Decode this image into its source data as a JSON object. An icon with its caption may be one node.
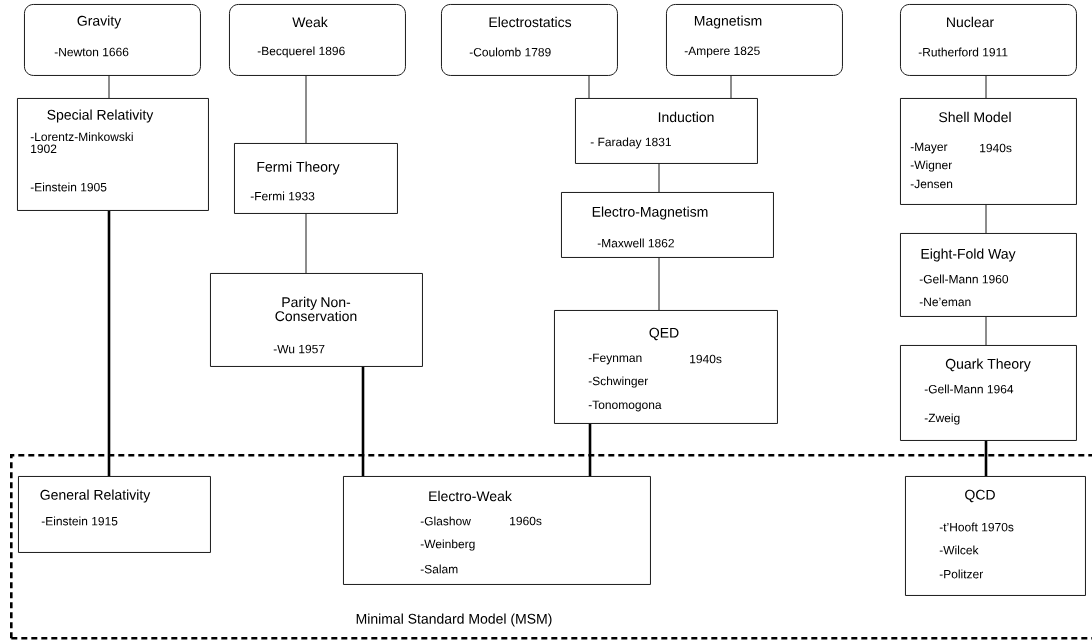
{
  "diagram": {
    "nodes": [
      {
        "text": [
          "Gravity",
          "-Newton 1666"
        ]
      },
      {
        "text": [
          "Weak",
          "-Becquerel 1896"
        ]
      },
      {
        "text": [
          "Electrostatics",
          "-Coulomb 1789"
        ]
      },
      {
        "text": [
          "Magnetism",
          "-Ampere 1825"
        ]
      },
      {
        "text": [
          "Nuclear",
          "-Rutherford 1911"
        ]
      },
      {
        "text": [
          "Special Relativity",
          "-Lorentz-Minkowski 1902",
          "-Einstein 1905"
        ]
      },
      {
        "text": [
          "Fermi Theory",
          "-Fermi 1933"
        ]
      },
      {
        "text": [
          "Induction",
          "- Faraday 1831"
        ]
      },
      {
        "text": [
          "Shell Model",
          "-Mayer",
          "1940s",
          "-Wigner",
          "-Jensen"
        ]
      },
      {
        "text": [
          "Electro-Magnetism",
          "-Maxwell 1862"
        ]
      },
      {
        "text": [
          "Eight-Fold Way",
          "-Gell-Mann 1960",
          "-Ne’eman"
        ]
      },
      {
        "text": [
          "Parity Non-Conservation",
          "-Wu 1957"
        ]
      },
      {
        "text": [
          "QED",
          "-Feynman",
          "1940s",
          "-Schwinger",
          "-Tonomogona"
        ]
      },
      {
        "text": [
          "Quark Theory",
          "-Gell-Mann 1964",
          "-Zweig"
        ]
      },
      {
        "text": [
          "Minimal Standard Model (MSM)"
        ]
      },
      {
        "text": [
          "General Relativity",
          "-Einstein 1915"
        ],
        "in": 14
      },
      {
        "text": [
          "Electro-Weak",
          "-Glashow",
          "1960s",
          "-Weinberg",
          "-Salam"
        ],
        "in": 14
      },
      {
        "text": [
          "QCD",
          "-t’Hooft 1970s",
          "-Wilcek",
          "-Politzer"
        ],
        "in": 14
      }
    ],
    "edges": [
      {
        "from": 0,
        "to": 5,
        "arrow": "none"
      },
      {
        "from": 1,
        "to": 6,
        "arrow": "none"
      },
      {
        "from": 6,
        "to": 11,
        "arrow": "none"
      },
      {
        "from": 2,
        "to": 7,
        "arrow": "none"
      },
      {
        "from": 3,
        "to": 7,
        "arrow": "none"
      },
      {
        "from": 7,
        "to": 9,
        "arrow": "none"
      },
      {
        "from": 9,
        "to": 12,
        "arrow": "none"
      },
      {
        "from": 4,
        "to": 8,
        "arrow": "none"
      },
      {
        "from": 8,
        "to": 10,
        "arrow": "none"
      },
      {
        "from": 10,
        "to": 13,
        "arrow": "none"
      },
      {
        "from": 5,
        "to": 15,
        "arrow": "none",
        "style": "thick"
      },
      {
        "from": 11,
        "to": 16,
        "arrow": "none",
        "style": "thick"
      },
      {
        "from": 12,
        "to": 16,
        "arrow": "none",
        "style": "thick"
      },
      {
        "from": 13,
        "to": 17,
        "arrow": "none",
        "style": "thick"
      }
    ]
  }
}
